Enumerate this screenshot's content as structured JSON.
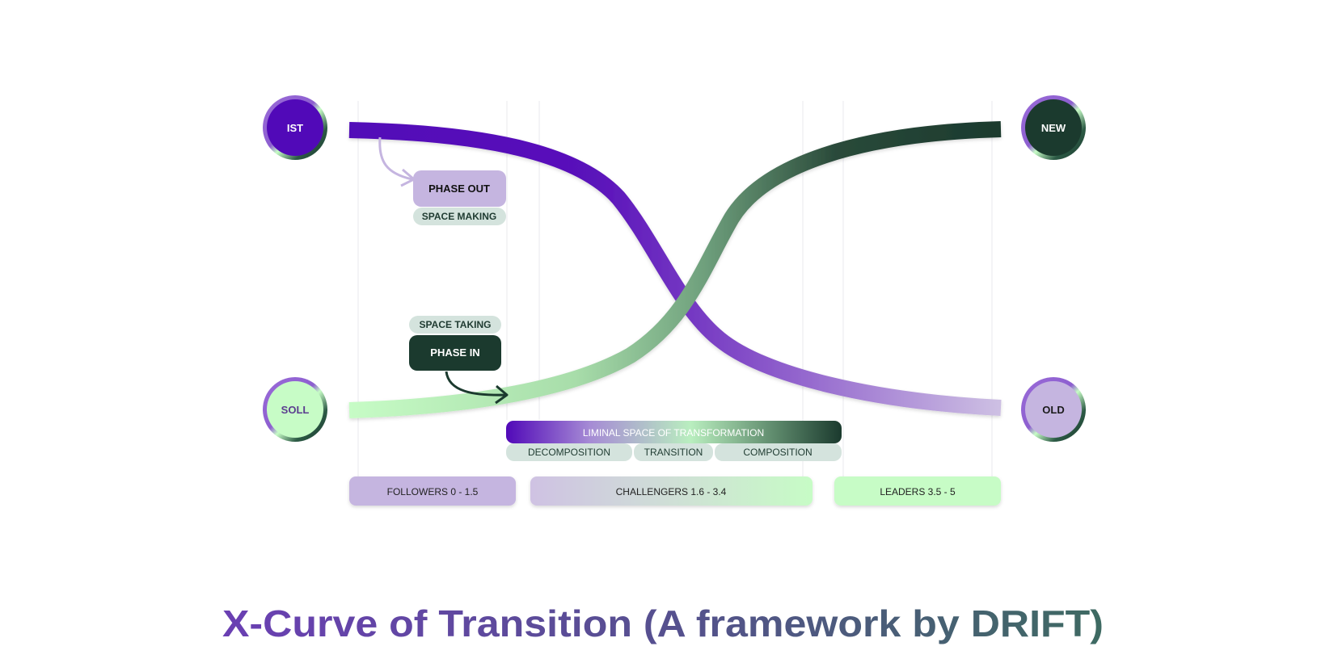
{
  "colors": {
    "purple_dark": "#5109B8",
    "purple_mid": "#7B4CC4",
    "purple_light": "#C5B5E0",
    "green_dark": "#1B3A2E",
    "green_mid": "#6E9F7C",
    "green_light": "#C7FCC6",
    "pill_grey": "#D4E3DD",
    "gridline": "#E9E9EE"
  },
  "nodes": {
    "ist": "IST",
    "soll": "SOLL",
    "new": "NEW",
    "old": "OLD"
  },
  "labels": {
    "phase_out": "PHASE OUT",
    "space_making": "SPACE MAKING",
    "space_taking": "SPACE TAKING",
    "phase_in": "PHASE IN"
  },
  "liminal": {
    "title": "LIMINAL SPACE OF TRANSFORMATION",
    "stages": [
      "DECOMPOSITION",
      "TRANSITION",
      "COMPOSITION"
    ]
  },
  "groups": {
    "followers": "FOLLOWERS 0 - 1.5",
    "challengers": "CHALLENGERS 1.6 - 3.4",
    "leaders": "LEADERS 3.5 - 5"
  },
  "caption": "X-Curve of Transition (A framework by DRIFT)"
}
